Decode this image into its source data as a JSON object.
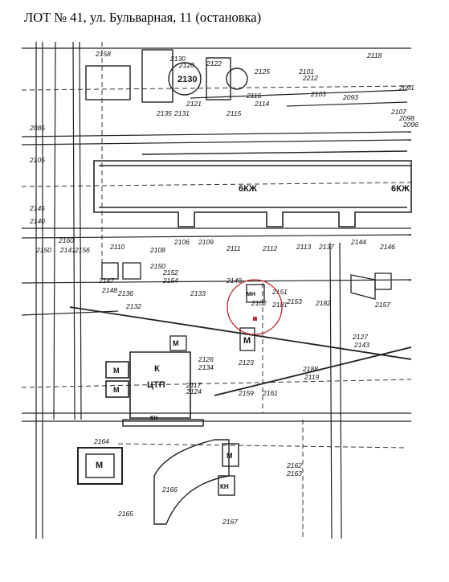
{
  "header": {
    "title": "ЛОТ № 41, ул. Бульварная, 11 (остановка)"
  },
  "map": {
    "marker_color": "#c0282d",
    "labels": {
      "building_main": "6КЖ",
      "building_main_right": "6КЖ",
      "ctp_k": "К",
      "ctp": "ЦТП",
      "m1": "М",
      "m2": "М",
      "m3": "М",
      "m4": "М",
      "m5": "М",
      "mn": "МН",
      "kn": "КН",
      "kn2": "КН",
      "round_2130": "2130"
    },
    "numbers": [
      "2158",
      "2130",
      "2120",
      "2122",
      "2121",
      "2131",
      "2135",
      "2116",
      "2114",
      "2115",
      "2125",
      "2118",
      "2212",
      "2101",
      "2103",
      "2093",
      "2091",
      "2107",
      "2098",
      "2096",
      "2085",
      "2105",
      "2145",
      "2140",
      "2160",
      "2150",
      "2141",
      "2156",
      "2110",
      "2108",
      "2106",
      "2109",
      "2111",
      "2112",
      "2113",
      "2137",
      "2144",
      "2146",
      "2147",
      "2148",
      "2136",
      "2132",
      "2150",
      "2152",
      "2154",
      "2133",
      "2149",
      "2151",
      "2153",
      "2182",
      "2157",
      "2102",
      "2181",
      "2127",
      "2143",
      "2188",
      "2119",
      "2123",
      "2126",
      "2134",
      "2117",
      "2124",
      "2159",
      "2161",
      "2162",
      "2163",
      "2164",
      "2165",
      "2166",
      "2167"
    ]
  }
}
